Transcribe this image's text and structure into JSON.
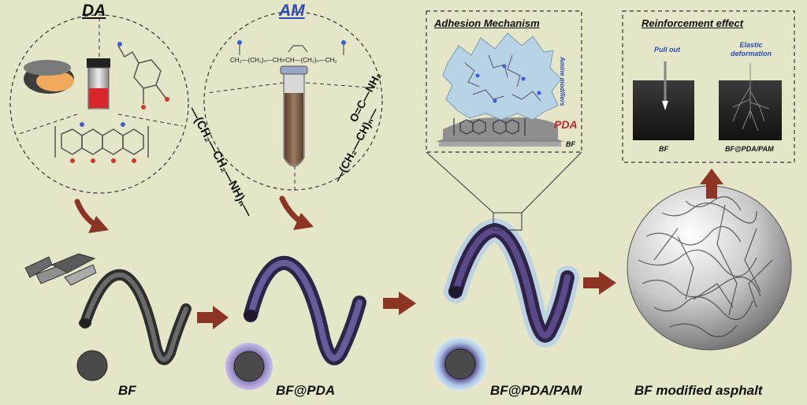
{
  "monomers": {
    "da": "DA",
    "am": "AM"
  },
  "adhesion": {
    "title": "Adhesion Mechanism",
    "amine_modifiers": "Amine modifiers",
    "pda": "PDA",
    "bf": "BF"
  },
  "reinforcement": {
    "title": "Reinforcement effect",
    "pull_out": "Pull out",
    "elastic_deformation": "Elastic deformation",
    "panel_bf": "BF",
    "panel_bf_pda_pam": "BF@PDA/PAM"
  },
  "stages": {
    "bf": "BF",
    "bf_pda": "BF@PDA",
    "bf_pda_pam": "BF@PDA/PAM",
    "asphalt": "BF modified asphalt"
  },
  "chem": {
    "da_chain_left": "—(CH₂—CH₂—NH)ₙ—",
    "am_group": "O=C—NH₂",
    "am_chain": "—(CH₂—CH)ₙ—",
    "top_chain": "CH₂—(CH₂)ₙ—CH=CH—(CH₂)ₙ—CH₂"
  },
  "colors": {
    "background": "#e4e6c7",
    "arrow": "#8c3524",
    "bf_fiber": "#3a3a3a",
    "pda_fiber": "#4a3d70",
    "pda_label": "#c0282a",
    "am_label": "#2c4bb5"
  }
}
